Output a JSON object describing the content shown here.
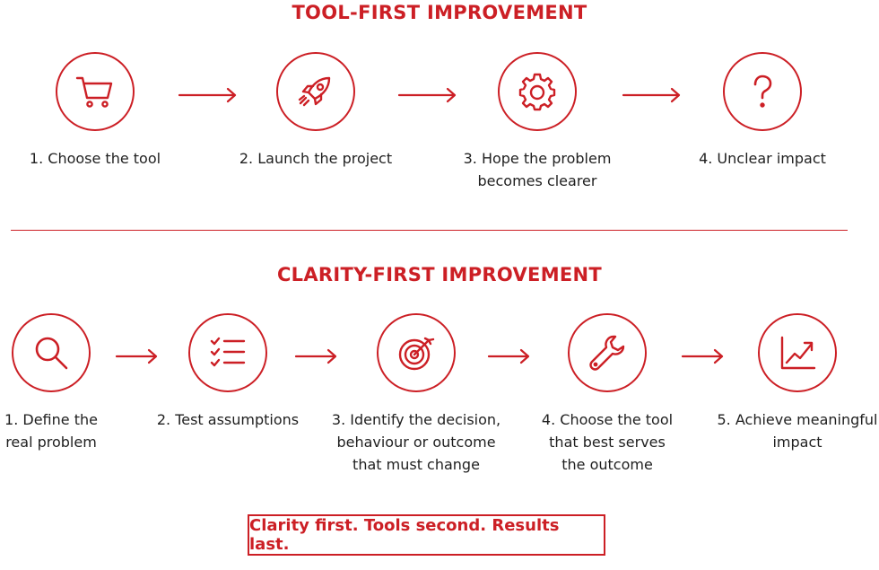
{
  "colors": {
    "accent": "#cc1f25",
    "text": "#1f1f1f"
  },
  "tool_first": {
    "title": "TOOL-FIRST IMPROVEMENT",
    "steps": [
      {
        "icon": "shopping-cart-icon",
        "lines": [
          "1. Choose the tool"
        ]
      },
      {
        "icon": "rocket-icon",
        "lines": [
          "2. Launch the project"
        ]
      },
      {
        "icon": "gear-icon",
        "lines": [
          "3. Hope the problem",
          "becomes clearer"
        ]
      },
      {
        "icon": "question-mark-icon",
        "lines": [
          "4. Unclear impact"
        ]
      }
    ]
  },
  "clarity_first": {
    "title": "CLARITY-FIRST IMPROVEMENT",
    "steps": [
      {
        "icon": "magnifier-icon",
        "lines": [
          "1. Define the",
          "real problem"
        ]
      },
      {
        "icon": "checklist-icon",
        "lines": [
          "2. Test assumptions"
        ]
      },
      {
        "icon": "target-icon",
        "lines": [
          "3. Identify the decision,",
          "behaviour or outcome",
          "that must change"
        ]
      },
      {
        "icon": "wrench-icon",
        "lines": [
          "4. Choose the tool",
          "that best serves",
          "the outcome"
        ]
      },
      {
        "icon": "growth-chart-icon",
        "lines": [
          "5. Achieve meaningful",
          "impact"
        ]
      }
    ]
  },
  "callout": {
    "text": "Clarity first. Tools second. Results last."
  }
}
